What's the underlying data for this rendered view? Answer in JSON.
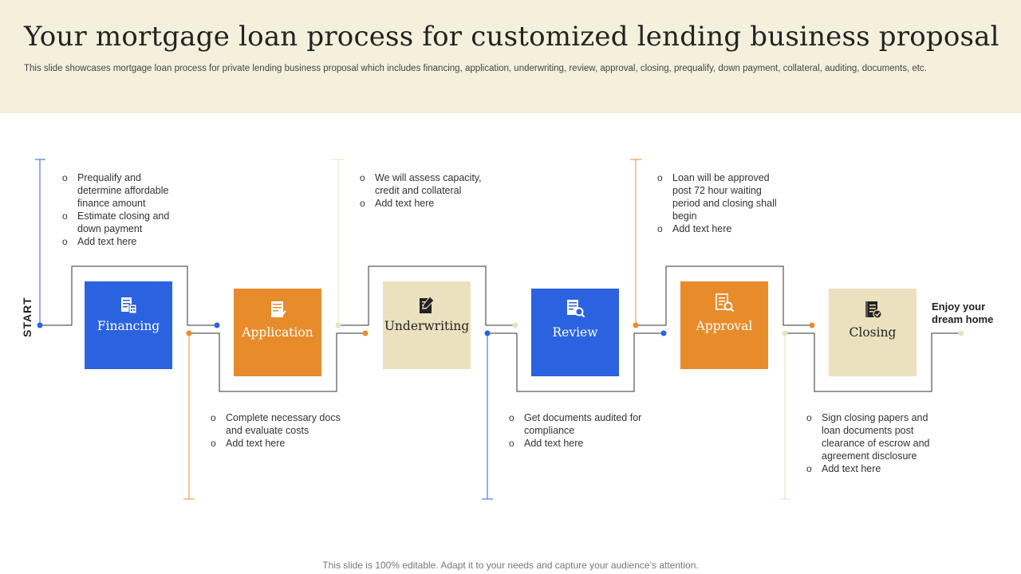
{
  "header": {
    "title": "Your mortgage loan process for customized lending business proposal",
    "subtitle": "This slide showcases mortgage loan process for private lending business proposal which includes financing, application, underwriting, review, approval, closing, prequalify, down payment, collateral, auditing, documents, etc."
  },
  "flow": {
    "start_label": "START",
    "end_label": "Enjoy your dream home"
  },
  "steps": [
    {
      "label": "Financing",
      "color": "#2b62e0",
      "icon": "document-calculator-icon"
    },
    {
      "label": "Application",
      "color": "#e88c2b",
      "icon": "application-form-icon"
    },
    {
      "label": "Underwriting",
      "color": "#ebe1bf",
      "icon": "signing-document-icon"
    },
    {
      "label": "Review",
      "color": "#2b62e0",
      "icon": "document-search-icon"
    },
    {
      "label": "Approval",
      "color": "#e88c2b",
      "icon": "approval-search-icon"
    },
    {
      "label": "Closing",
      "color": "#ebe1bf",
      "icon": "contract-book-icon"
    }
  ],
  "notes": {
    "financing": [
      "Prequalify and determine affordable finance amount",
      "Estimate closing and down payment",
      "Add text here"
    ],
    "application": [
      "Complete necessary docs and evaluate  costs",
      "Add text here"
    ],
    "underwriting": [
      "We will assess capacity, credit and collateral",
      "Add text here"
    ],
    "review": [
      "Get documents audited for compliance",
      "Add text here"
    ],
    "approval": [
      "Loan will be approved post 72 hour waiting period and closing shall begin",
      "Add text here"
    ],
    "closing": [
      "Sign closing papers and loan documents post clearance of escrow and agreement disclosure",
      "Add text here"
    ]
  },
  "bullet_glyph": "o",
  "footer": {
    "text": "This slide is 100% editable. Adapt it to your needs and capture your audience’s attention."
  },
  "colors": {
    "blue": "#2b62e0",
    "orange": "#e88c2b",
    "beige": "#ebe1bf",
    "header_bg": "#f4f0dc",
    "line": "#333333"
  }
}
